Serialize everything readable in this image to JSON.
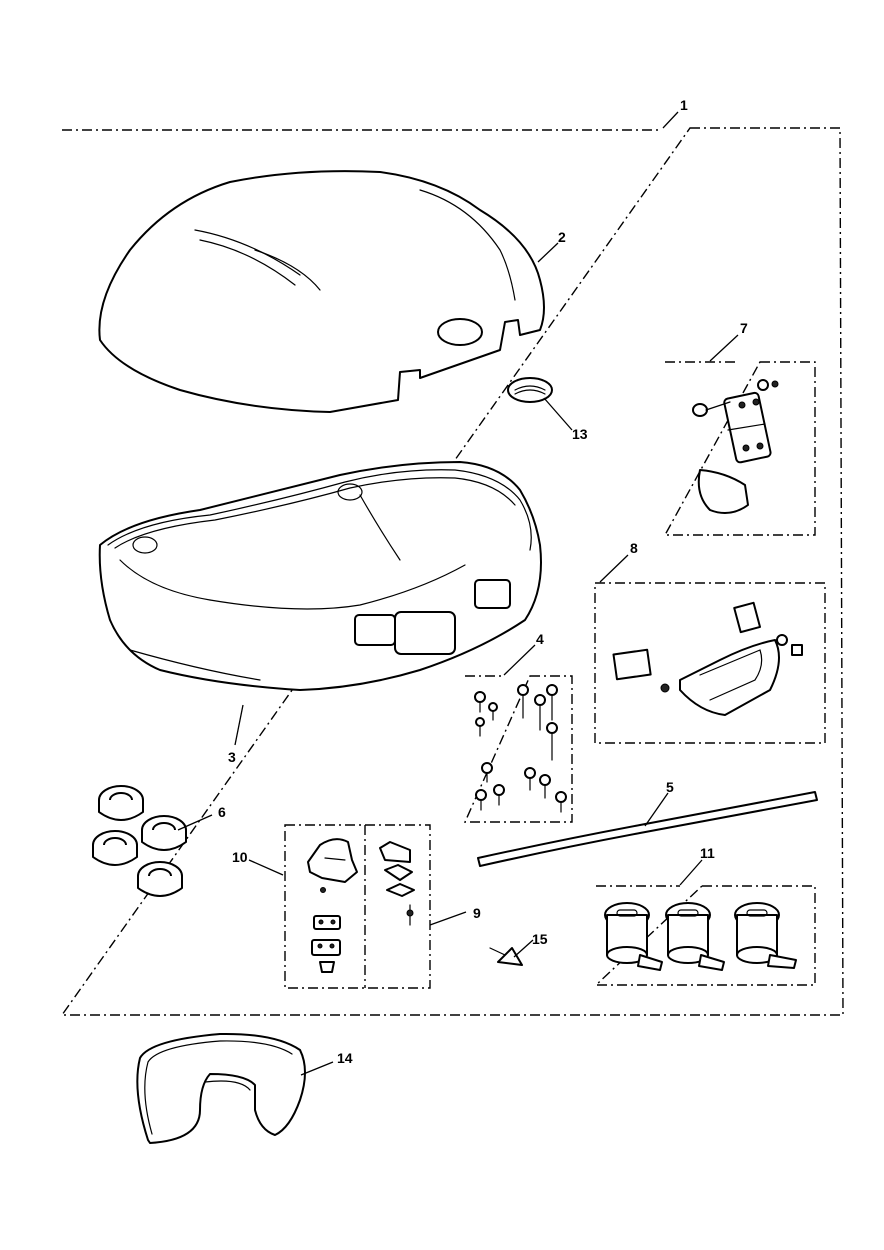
{
  "callouts": {
    "c1": "1",
    "c2": "2",
    "c3": "3",
    "c4": "4",
    "c5": "5",
    "c6": "6",
    "c7": "7",
    "c8": "8",
    "c9": "9",
    "c10": "10",
    "c11": "11",
    "c13": "13",
    "c14": "14",
    "c15": "15"
  }
}
